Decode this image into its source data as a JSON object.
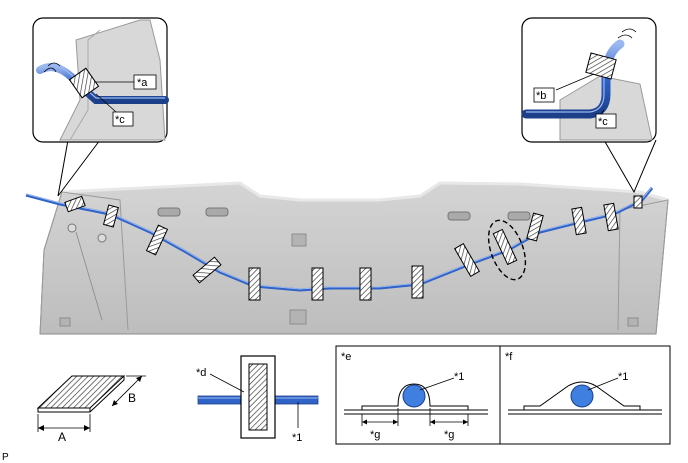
{
  "diagram": {
    "callouts": {
      "a": "*a",
      "b": "*b",
      "c_left": "*c",
      "c_right": "*c",
      "d": "*d",
      "e": "*e",
      "f": "*f",
      "one_d": "*1",
      "one_e": "*1",
      "one_f": "*1",
      "g_e_left": "*g",
      "g_e_right": "*g"
    },
    "dimensions": {
      "A": "A",
      "B": "B"
    },
    "corner_mark": "P"
  },
  "colors": {
    "harness": "#2f63c8",
    "harness_light": "#7fa2e6",
    "panel": "#c8c8c8",
    "panel_dark": "#9a9a9a",
    "tape_hatch": "#333333"
  }
}
